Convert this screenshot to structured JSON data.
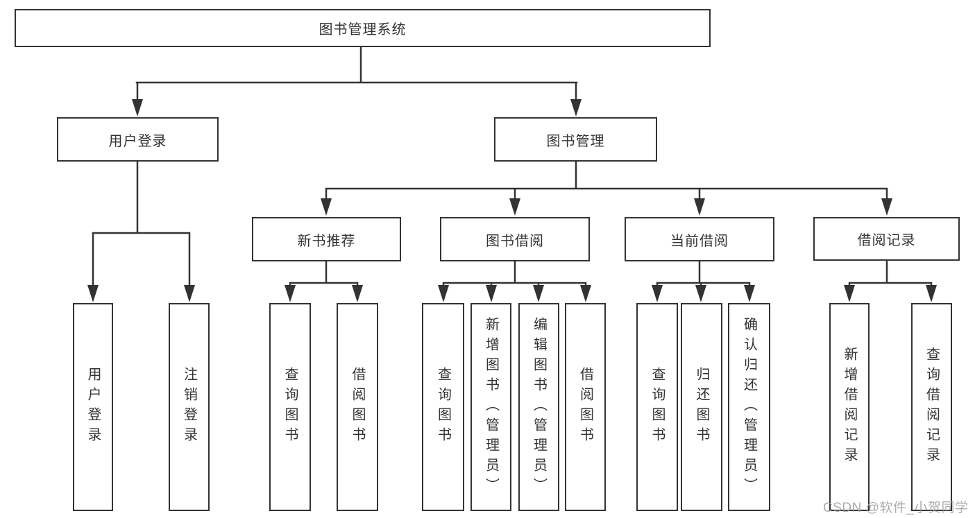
{
  "diagram_type": "hierarchy-tree",
  "colors": {
    "line": "#333333",
    "box_border": "#333333",
    "box_fill": "#ffffff",
    "text": "#333333",
    "watermark": "#9e9e9e",
    "background": "#ffffff"
  },
  "watermark": {
    "text": "CSDN @软件_小贺同学"
  },
  "tree": {
    "label": "图书管理系统",
    "children": [
      {
        "label": "用户登录",
        "children": [
          {
            "label": "用户登录"
          },
          {
            "label": "注销登录"
          }
        ]
      },
      {
        "label": "图书管理",
        "children": [
          {
            "label": "新书推荐",
            "children": [
              {
                "label": "查询图书"
              },
              {
                "label": "借阅图书"
              }
            ]
          },
          {
            "label": "图书借阅",
            "children": [
              {
                "label": "查询图书"
              },
              {
                "label": "新增图书（管理员）"
              },
              {
                "label": "编辑图书（管理员）"
              },
              {
                "label": "借阅图书"
              }
            ]
          },
          {
            "label": "当前借阅",
            "children": [
              {
                "label": "查询图书"
              },
              {
                "label": "归还图书"
              },
              {
                "label": "确认归还（管理员）"
              }
            ]
          },
          {
            "label": "借阅记录",
            "children": [
              {
                "label": "新增借阅记录"
              },
              {
                "label": "查询借阅记录"
              }
            ]
          }
        ]
      }
    ]
  }
}
